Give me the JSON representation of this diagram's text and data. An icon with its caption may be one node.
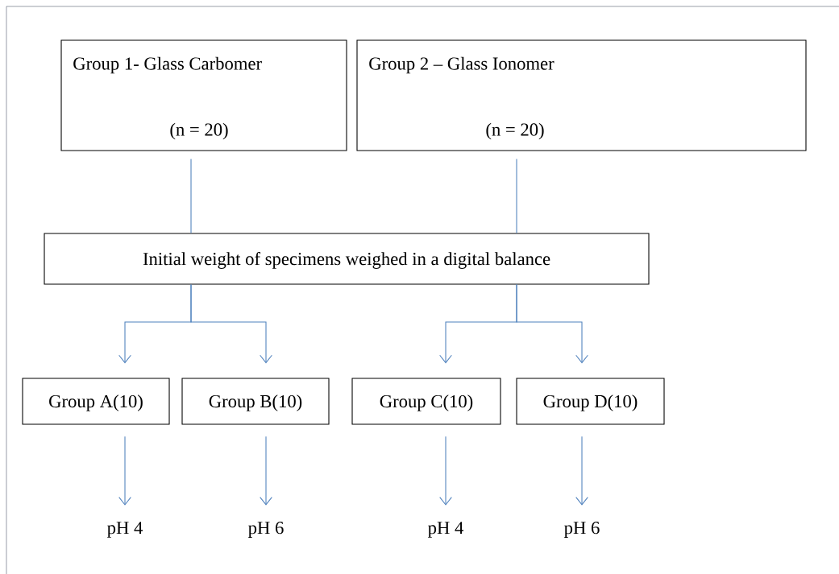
{
  "diagram": {
    "nodes": [
      {
        "text": [
          "Group 1- Glass Carbomer",
          "(n = 20)"
        ]
      },
      {
        "text": [
          "Group 2 – Glass Ionomer",
          "(n = 20)"
        ]
      },
      {
        "text": [
          "Initial weight of specimens weighed in a digital balance"
        ]
      },
      {
        "text": [
          "Group A(10)"
        ]
      },
      {
        "text": [
          "Group B(10)"
        ]
      },
      {
        "text": [
          "Group C(10)"
        ]
      },
      {
        "text": [
          "Group D(10)"
        ]
      },
      {
        "text": [
          "pH 4"
        ]
      },
      {
        "text": [
          "pH 6"
        ]
      },
      {
        "text": [
          "pH 4"
        ]
      },
      {
        "text": [
          "pH 6"
        ]
      }
    ],
    "edges": [
      {
        "from": 0,
        "to": 2,
        "arrow": "none"
      },
      {
        "from": 1,
        "to": 2,
        "arrow": "none"
      },
      {
        "from": 2,
        "to": 3,
        "arrow": "to"
      },
      {
        "from": 2,
        "to": 4,
        "arrow": "to"
      },
      {
        "from": 2,
        "to": 5,
        "arrow": "to"
      },
      {
        "from": 2,
        "to": 6,
        "arrow": "to"
      },
      {
        "from": 3,
        "to": 7,
        "arrow": "to"
      },
      {
        "from": 4,
        "to": 8,
        "arrow": "to"
      },
      {
        "from": 5,
        "to": 9,
        "arrow": "to"
      },
      {
        "from": 6,
        "to": 10,
        "arrow": "to"
      }
    ]
  }
}
